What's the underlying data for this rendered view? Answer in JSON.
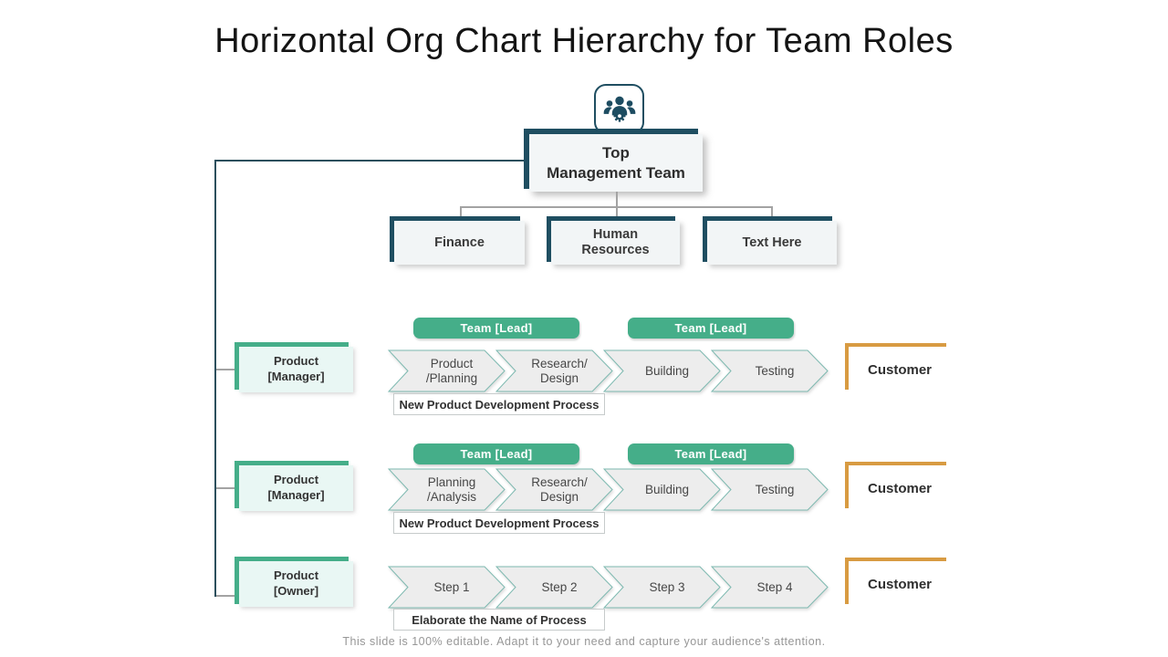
{
  "title": "Horizontal Org Chart Hierarchy for Team Roles",
  "footer": "This slide is 100% editable. Adapt it to your need and capture your audience's attention.",
  "colors": {
    "dark_teal": "#1f4e61",
    "green": "#45ae89",
    "orange": "#d89b42",
    "light_teal_bg": "#e9f7f4",
    "light_gray_bg": "#f2f5f6",
    "chevron_fill": "#ededed",
    "chevron_stroke": "#7db9b0",
    "connector_gray": "#a3a3a3"
  },
  "icons": {
    "top_icon": "team-gear-icon"
  },
  "org": {
    "root": "Top\nManagement Team",
    "departments": [
      "Finance",
      "Human\nResources",
      "Text Here"
    ]
  },
  "rows": [
    {
      "left": "Product\n[Manager]",
      "leads": [
        "Team [Lead]",
        "Team [Lead]"
      ],
      "steps": [
        "Product\n/Planning",
        "Research/\nDesign",
        "Building",
        "Testing"
      ],
      "process_label": "New Product Development Process",
      "right": "Customer"
    },
    {
      "left": "Product\n[Manager]",
      "leads": [
        "Team [Lead]",
        "Team [Lead]"
      ],
      "steps": [
        "Planning\n/Analysis",
        "Research/\nDesign",
        "Building",
        "Testing"
      ],
      "process_label": "New Product Development Process",
      "right": "Customer"
    },
    {
      "left": "Product\n[Owner]",
      "leads": [],
      "steps": [
        "Step 1",
        "Step 2",
        "Step 3",
        "Step 4"
      ],
      "process_label": "Elaborate the Name of Process",
      "right": "Customer"
    }
  ]
}
